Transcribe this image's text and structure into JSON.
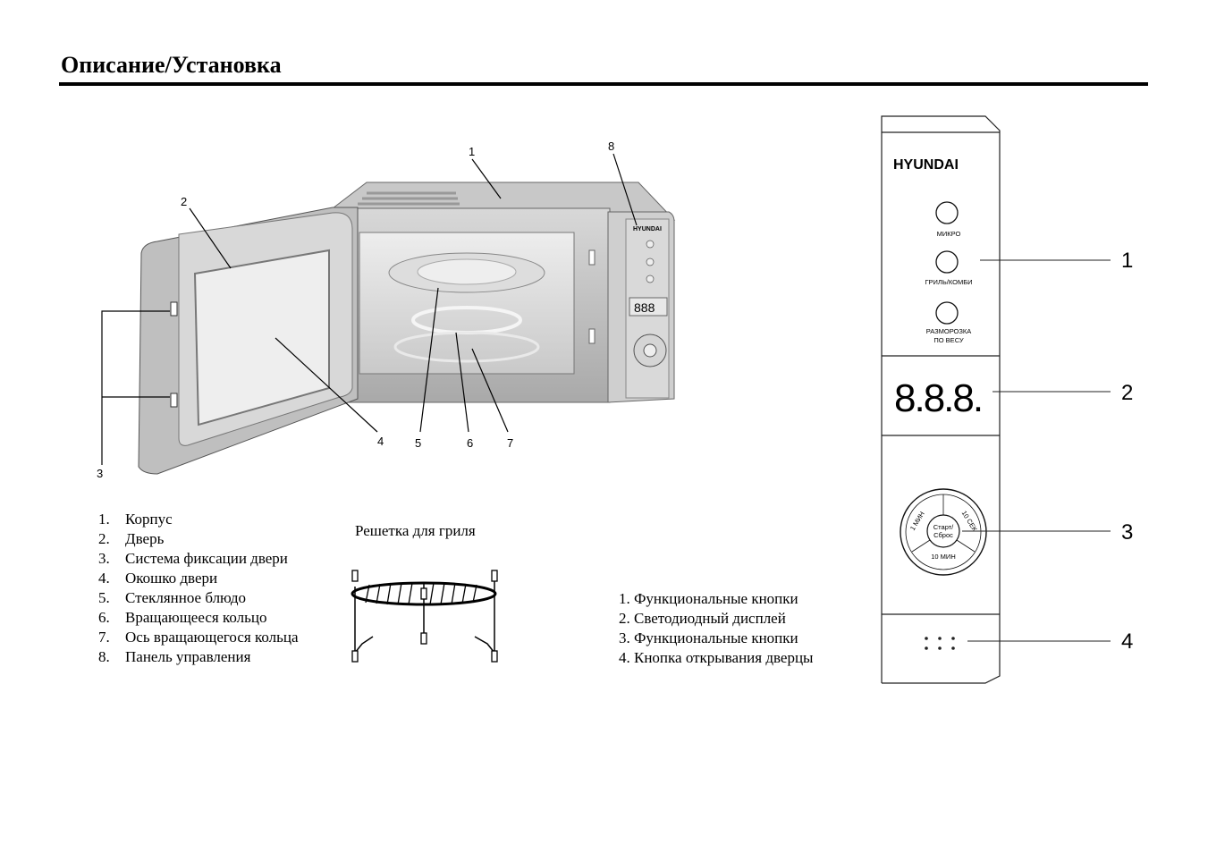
{
  "page": {
    "title": "Описание/Установка"
  },
  "oven_labels": [
    "1",
    "2",
    "3",
    "4",
    "5",
    "6",
    "7",
    "8"
  ],
  "parts": [
    {
      "num": "1.",
      "text": "Корпус"
    },
    {
      "num": "2.",
      "text": "Дверь"
    },
    {
      "num": "3.",
      "text": "Система фиксации двери"
    },
    {
      "num": "4.",
      "text": "Окошко двери"
    },
    {
      "num": "5.",
      "text": "Стеклянное блюдо"
    },
    {
      "num": "6.",
      "text": "Вращающееся кольцо"
    },
    {
      "num": "7.",
      "text": "Ось вращающегося кольца"
    },
    {
      "num": "8.",
      "text": "Панель управления"
    }
  ],
  "grill": {
    "caption": "Решетка для гриля"
  },
  "panel_items": [
    "1. Функциональные кнопки",
    "2. Светодиодный дисплей",
    "3. Функциональные кнопки",
    "4. Кнопка открывания дверцы"
  ],
  "panel": {
    "brand": "HYUNDAI",
    "btn_micro": "МИКРО",
    "btn_grill": "ГРИЛЬ/КОМБИ",
    "btn_defrost_1": "РАЗМОРОЗКА",
    "btn_defrost_2": "ПО ВЕСУ",
    "display": "8.8.8.",
    "dial_center_1": "Старт/",
    "dial_center_2": "Сброс",
    "dial_1min": "1 МИН",
    "dial_10sec": "10 СЕК",
    "dial_10min": "10 МИН",
    "callouts": [
      "1",
      "2",
      "3",
      "4"
    ]
  },
  "small_panel": {
    "brand": "HYUNDAI",
    "display": "888"
  }
}
